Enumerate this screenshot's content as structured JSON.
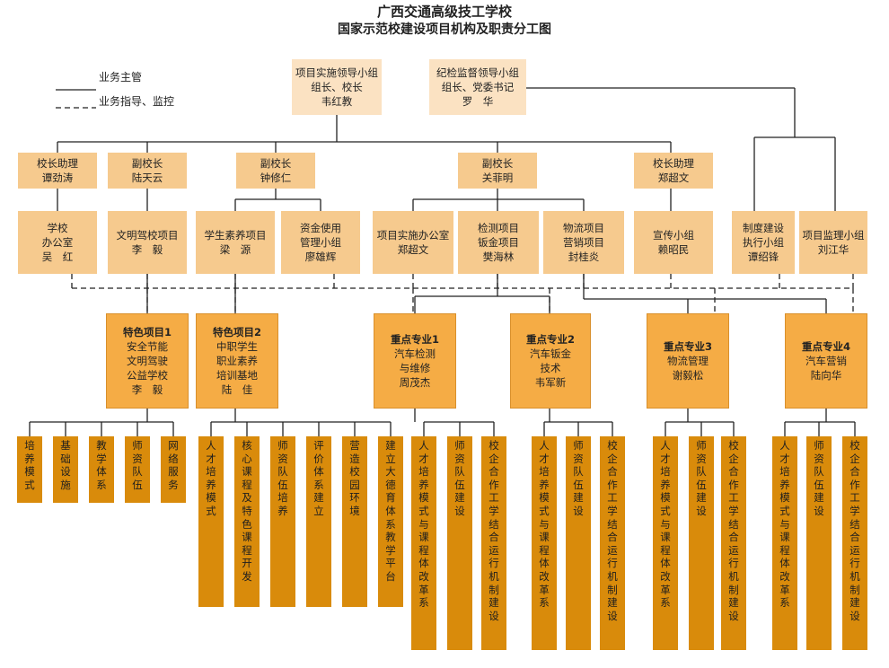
{
  "title": "广西交通高级技工学校",
  "subtitle": "国家示范校建设项目机构及职责分工图",
  "legend": {
    "solid": "业务主管",
    "dashed": "业务指导、监控"
  },
  "top": [
    {
      "lines": [
        "项目实施领导小组",
        "组长、校长",
        "韦红教"
      ]
    },
    {
      "lines": [
        "纪检监督领导小组",
        "组长、党委书记",
        "罗　华"
      ]
    }
  ],
  "leaders": [
    {
      "lines": [
        "校长助理",
        "谭劲涛"
      ]
    },
    {
      "lines": [
        "副校长",
        "陆天云"
      ]
    },
    {
      "lines": [
        "副校长",
        "钟修仁"
      ]
    },
    {
      "lines": [
        "副校长",
        "关菲明"
      ]
    },
    {
      "lines": [
        "校长助理",
        "郑超文"
      ]
    }
  ],
  "offices": [
    {
      "lines": [
        "学校",
        "办公室",
        "吴　红"
      ]
    },
    {
      "lines": [
        "文明驾校项目",
        "李　毅"
      ]
    },
    {
      "lines": [
        "学生素养项目",
        "梁　源"
      ]
    },
    {
      "lines": [
        "资金使用",
        "管理小组",
        "廖雄辉"
      ]
    },
    {
      "lines": [
        "项目实施办公室",
        "郑超文"
      ]
    },
    {
      "lines": [
        "检测项目",
        "钣金项目",
        "樊海林"
      ]
    },
    {
      "lines": [
        "物流项目",
        "营销项目",
        "封桂炎"
      ]
    },
    {
      "lines": [
        "宣传小组",
        "赖昭民"
      ]
    },
    {
      "lines": [
        "制度建设",
        "执行小组",
        "谭绍锋"
      ]
    },
    {
      "lines": [
        "项目监理小组",
        "刘江华"
      ]
    }
  ],
  "projects": [
    {
      "head": "特色项目1",
      "lines": [
        "安全节能",
        "文明驾驶",
        "公益学校",
        "李　毅"
      ]
    },
    {
      "head": "特色项目2",
      "lines": [
        "中职学生",
        "职业素养",
        "培训基地",
        "陆　佳"
      ]
    },
    {
      "head": "重点专业1",
      "lines": [
        "汽车检测",
        "与维修",
        "周茂杰"
      ]
    },
    {
      "head": "重点专业2",
      "lines": [
        "汽车钣金",
        "技术",
        "韦军新"
      ]
    },
    {
      "head": "重点专业3",
      "lines": [
        "物流管理",
        "谢毅松"
      ]
    },
    {
      "head": "重点专业4",
      "lines": [
        "汽车营销",
        "陆向华"
      ]
    }
  ],
  "tasks": [
    "培养模式",
    "基础设施",
    "教学体系",
    "师资队伍",
    "网络服务",
    "人才培养模式",
    "核心课程及特色课程开发",
    "师资队伍培养",
    "评价体系建立",
    "营造校园环境",
    "建立大德育体系教学平台",
    "人才培养模式与课程体改革系",
    "师资队伍建设",
    "校企合作工学结合运行机制建设",
    "人才培养模式与课程体改革系",
    "师资队伍建设",
    "校企合作工学结合运行机制建设",
    "人才培养模式与课程体改革系",
    "师资队伍建设",
    "校企合作工学结合运行机制建设",
    "人才培养模式与课程体改革系",
    "师资队伍建设",
    "校企合作工学结合运行机制建设"
  ]
}
